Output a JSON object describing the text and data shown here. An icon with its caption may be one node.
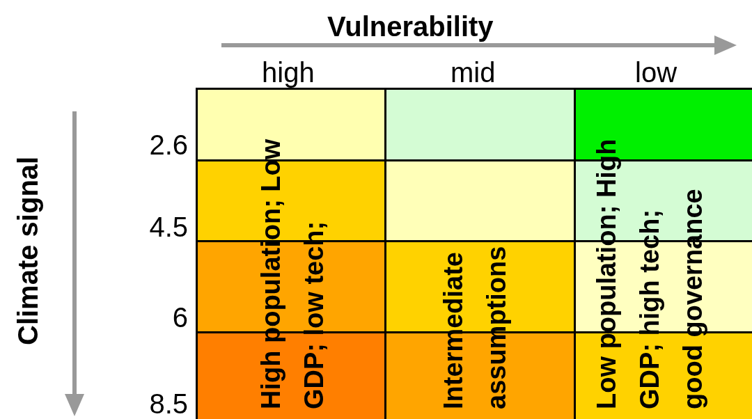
{
  "diagram": {
    "nodes": [
      {
        "text": [],
        "shape": "box"
      },
      {
        "text": [],
        "shape": "box"
      },
      {
        "text": [],
        "shape": "box"
      },
      {
        "text": [],
        "shape": "box"
      },
      {
        "text": [],
        "shape": "box"
      },
      {
        "text": [],
        "shape": "box"
      },
      {
        "text": [],
        "shape": "box"
      },
      {
        "text": [],
        "shape": "box"
      },
      {
        "text": [],
        "shape": "box"
      },
      {
        "text": [],
        "shape": "box"
      },
      {
        "text": [],
        "shape": "box"
      },
      {
        "text": [],
        "shape": "box"
      }
    ],
    "edges": [],
    "labels": [
      "Vulnerability",
      "high",
      "mid",
      "low",
      "Climate signal",
      "2.6",
      "4.5",
      "6",
      "8.5",
      "High population; Low GDP; low tech;",
      "Intermediate assumptions",
      "Low population; High GDP; high tech; good governance"
    ]
  }
}
